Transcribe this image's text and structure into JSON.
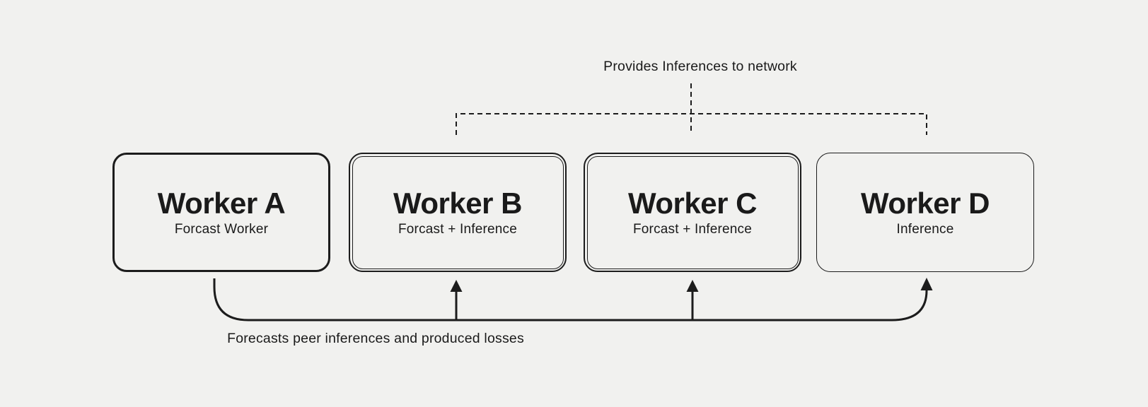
{
  "canvas": {
    "background_color": "#f1f1ef",
    "line_color": "#1c1c1c",
    "text_color": "#1a1a1a"
  },
  "top_annotation": {
    "label": "Provides Inferences to network"
  },
  "bottom_annotation": {
    "label": "Forecasts peer inferences and produced losses"
  },
  "workers": [
    {
      "id": "worker-a",
      "title": "Worker A",
      "subtitle": "Forcast Worker",
      "border_style": "single-thick"
    },
    {
      "id": "worker-b",
      "title": "Worker B",
      "subtitle": "Forcast + Inference",
      "border_style": "double"
    },
    {
      "id": "worker-c",
      "title": "Worker C",
      "subtitle": "Forcast + Inference",
      "border_style": "double"
    },
    {
      "id": "worker-d",
      "title": "Worker D",
      "subtitle": "Inference",
      "border_style": "single-thin"
    }
  ]
}
